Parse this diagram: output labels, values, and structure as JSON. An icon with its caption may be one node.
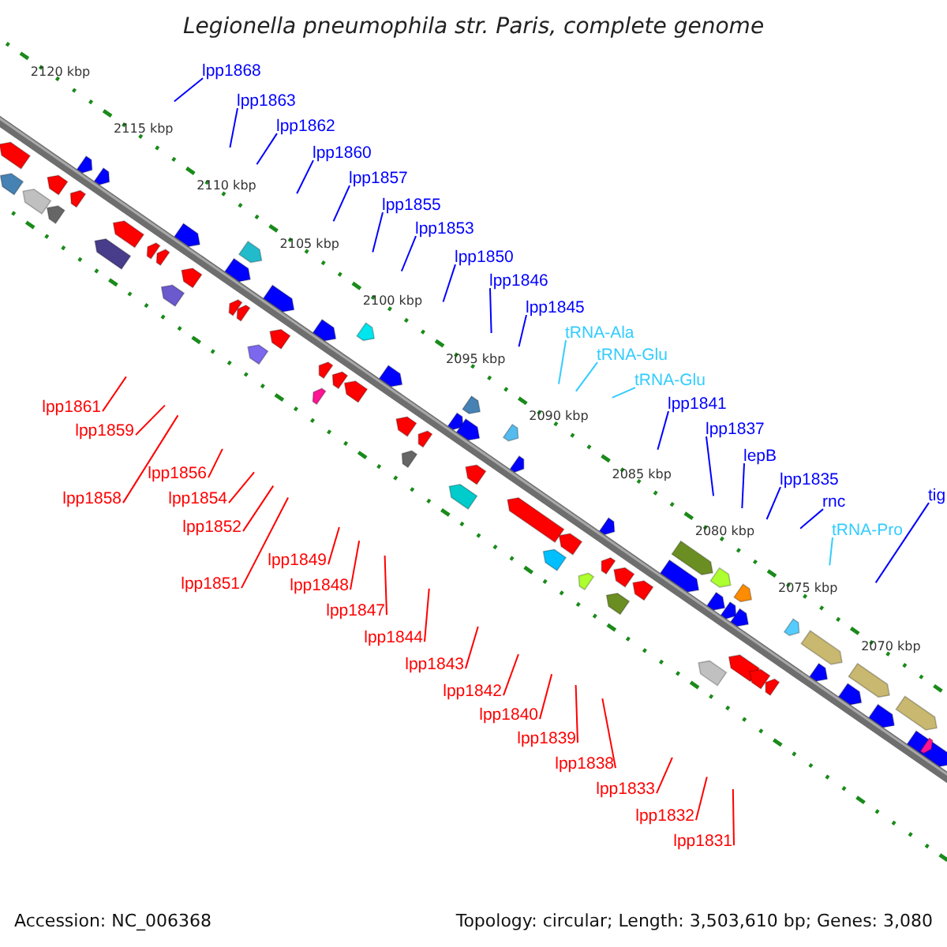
{
  "diagram": {
    "title": "Legionella pneumophila str. Paris, complete genome",
    "nodes": [
      {
        "text": [
          "lpp1868"
        ]
      },
      {
        "text": [
          "lpp1863"
        ]
      },
      {
        "text": [
          "lpp1862"
        ]
      },
      {
        "text": [
          "lpp1860"
        ]
      },
      {
        "text": [
          "lpp1857"
        ]
      },
      {
        "text": [
          "lpp1855"
        ]
      },
      {
        "text": [
          "lpp1853"
        ]
      },
      {
        "text": [
          "lpp1850"
        ]
      },
      {
        "text": [
          "lpp1846"
        ]
      },
      {
        "text": [
          "lpp1845"
        ]
      },
      {
        "text": [
          "tRNA-Ala"
        ]
      },
      {
        "text": [
          "tRNA-Glu"
        ]
      },
      {
        "text": [
          "tRNA-Glu"
        ]
      },
      {
        "text": [
          "lpp1841"
        ]
      },
      {
        "text": [
          "lpp1837"
        ]
      },
      {
        "text": [
          "lepB"
        ]
      },
      {
        "text": [
          "lpp1835"
        ]
      },
      {
        "text": [
          "rnc"
        ]
      },
      {
        "text": [
          "tRNA-Pro"
        ]
      },
      {
        "text": [
          "tig"
        ]
      },
      {
        "text": [
          "lpp1861"
        ]
      },
      {
        "text": [
          "lpp1859"
        ]
      },
      {
        "text": [
          "lpp1856"
        ]
      },
      {
        "text": [
          "lpp1858"
        ]
      },
      {
        "text": [
          "lpp1854"
        ]
      },
      {
        "text": [
          "lpp1852"
        ]
      },
      {
        "text": [
          "lpp1851"
        ]
      },
      {
        "text": [
          "lpp1849"
        ]
      },
      {
        "text": [
          "lpp1848"
        ]
      },
      {
        "text": [
          "lpp1847"
        ]
      },
      {
        "text": [
          "lpp1844"
        ]
      },
      {
        "text": [
          "lpp1843"
        ]
      },
      {
        "text": [
          "lpp1842"
        ]
      },
      {
        "text": [
          "lpp1840"
        ]
      },
      {
        "text": [
          "lpp1839"
        ]
      },
      {
        "text": [
          "lpp1838"
        ]
      },
      {
        "text": [
          "lpp1833"
        ]
      },
      {
        "text": [
          "lpp1832"
        ]
      },
      {
        "text": [
          "lpp1831"
        ]
      }
    ],
    "edges": [
      {
        "from": 0,
        "to": null,
        "arrow": "none",
        "color": "#0000ff"
      },
      {
        "from": 1,
        "to": null,
        "arrow": "none",
        "color": "#0000ff"
      },
      {
        "from": 2,
        "to": null,
        "arrow": "none",
        "color": "#0000ff"
      },
      {
        "from": 3,
        "to": null,
        "arrow": "none",
        "color": "#0000ff"
      },
      {
        "from": 4,
        "to": null,
        "arrow": "none",
        "color": "#0000ff"
      },
      {
        "from": 5,
        "to": null,
        "arrow": "none",
        "color": "#0000ff"
      },
      {
        "from": 6,
        "to": null,
        "arrow": "none",
        "color": "#0000ff"
      },
      {
        "from": 7,
        "to": null,
        "arrow": "none",
        "color": "#0000ff"
      },
      {
        "from": 8,
        "to": null,
        "arrow": "none",
        "color": "#0000ff"
      },
      {
        "from": 9,
        "to": null,
        "arrow": "none",
        "color": "#0000ff"
      },
      {
        "from": 10,
        "to": null,
        "arrow": "none",
        "color": "#33ccff"
      },
      {
        "from": 11,
        "to": null,
        "arrow": "none",
        "color": "#33ccff"
      },
      {
        "from": 12,
        "to": null,
        "arrow": "none",
        "color": "#33ccff"
      },
      {
        "from": 13,
        "to": null,
        "arrow": "none",
        "color": "#0000ff"
      },
      {
        "from": 14,
        "to": null,
        "arrow": "none",
        "color": "#0000ff"
      },
      {
        "from": 15,
        "to": null,
        "arrow": "none",
        "color": "#0000ff"
      },
      {
        "from": 16,
        "to": null,
        "arrow": "none",
        "color": "#0000ff"
      },
      {
        "from": 17,
        "to": null,
        "arrow": "none",
        "color": "#0000ff"
      },
      {
        "from": 18,
        "to": null,
        "arrow": "none",
        "color": "#33ccff"
      },
      {
        "from": 19,
        "to": null,
        "arrow": "none",
        "color": "#0000ff"
      },
      {
        "from": 20,
        "to": null,
        "arrow": "none"
      },
      {
        "from": 21,
        "to": null,
        "arrow": "none"
      },
      {
        "from": 22,
        "to": null,
        "arrow": "none"
      },
      {
        "from": 23,
        "to": null,
        "arrow": "none"
      },
      {
        "from": 24,
        "to": null,
        "arrow": "none"
      },
      {
        "from": 25,
        "to": null,
        "arrow": "none"
      },
      {
        "from": 26,
        "to": null,
        "arrow": "none"
      },
      {
        "from": 27,
        "to": null,
        "arrow": "none"
      },
      {
        "from": 28,
        "to": null,
        "arrow": "none"
      },
      {
        "from": 29,
        "to": null,
        "arrow": "none"
      },
      {
        "from": 30,
        "to": null,
        "arrow": "none"
      },
      {
        "from": 31,
        "to": null,
        "arrow": "none"
      },
      {
        "from": 32,
        "to": null,
        "arrow": "none"
      },
      {
        "from": 33,
        "to": null,
        "arrow": "none"
      },
      {
        "from": 34,
        "to": null,
        "arrow": "none"
      },
      {
        "from": 35,
        "to": null,
        "arrow": "none"
      },
      {
        "from": 36,
        "to": null,
        "arrow": "none"
      },
      {
        "from": 37,
        "to": null,
        "arrow": "none"
      },
      {
        "from": 38,
        "to": null,
        "arrow": "none"
      }
    ],
    "labels": [
      "2120 kbp",
      "2115 kbp",
      "2110 kbp",
      "2105 kbp",
      "2100 kbp",
      "2095 kbp",
      "2090 kbp",
      "2085 kbp",
      "2080 kbp",
      "2075 kbp",
      "2070 kbp",
      "Accession: NC_006368",
      "Topology: circular; Length: 3,503,610 bp; Genes: 3,080"
    ]
  }
}
